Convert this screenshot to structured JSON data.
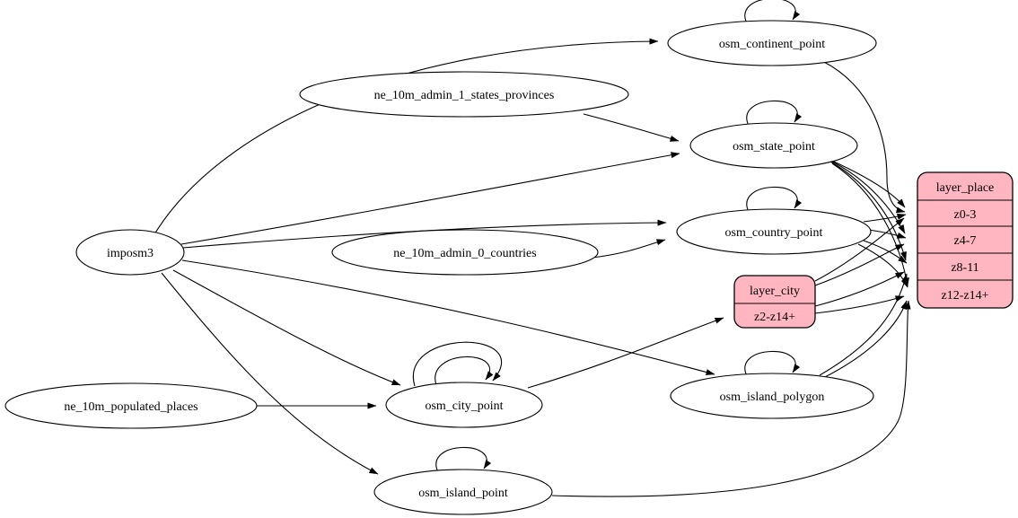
{
  "diagram": {
    "colors": {
      "background": "#ffffff",
      "node_fill": "#ffffff",
      "layer_fill": "#ffb6c1",
      "stroke": "#000000",
      "text": "#000000"
    },
    "nodes": {
      "imposm3": "imposm3",
      "ne_10m_admin_1_states_provinces": "ne_10m_admin_1_states_provinces",
      "ne_10m_admin_0_countries": "ne_10m_admin_0_countries",
      "ne_10m_populated_places": "ne_10m_populated_places",
      "osm_continent_point": "osm_continent_point",
      "osm_state_point": "osm_state_point",
      "osm_country_point": "osm_country_point",
      "osm_city_point": "osm_city_point",
      "osm_island_polygon": "osm_island_polygon",
      "osm_island_point": "osm_island_point"
    },
    "records": {
      "layer_city": {
        "title": "layer_city",
        "rows": [
          "z2-z14+"
        ]
      },
      "layer_place": {
        "title": "layer_place",
        "rows": [
          "z0-3",
          "z4-7",
          "z8-11",
          "z12-z14+"
        ]
      }
    },
    "edges": [
      {
        "from": "imposm3",
        "to": "osm_continent_point"
      },
      {
        "from": "imposm3",
        "to": "osm_state_point"
      },
      {
        "from": "imposm3",
        "to": "osm_country_point"
      },
      {
        "from": "imposm3",
        "to": "osm_city_point"
      },
      {
        "from": "imposm3",
        "to": "osm_island_polygon"
      },
      {
        "from": "imposm3",
        "to": "osm_island_point"
      },
      {
        "from": "ne_10m_admin_1_states_provinces",
        "to": "osm_state_point"
      },
      {
        "from": "ne_10m_admin_0_countries",
        "to": "osm_country_point"
      },
      {
        "from": "ne_10m_populated_places",
        "to": "osm_city_point"
      },
      {
        "from": "osm_continent_point",
        "to": "osm_continent_point"
      },
      {
        "from": "osm_state_point",
        "to": "osm_state_point"
      },
      {
        "from": "osm_country_point",
        "to": "osm_country_point"
      },
      {
        "from": "osm_city_point",
        "to": "osm_city_point"
      },
      {
        "from": "osm_city_point",
        "to": "osm_city_point"
      },
      {
        "from": "osm_island_polygon",
        "to": "osm_island_polygon"
      },
      {
        "from": "osm_island_point",
        "to": "osm_island_point"
      },
      {
        "from": "osm_continent_point",
        "to": "layer_place:z0-3"
      },
      {
        "from": "osm_state_point",
        "to": "layer_place:z0-3"
      },
      {
        "from": "osm_state_point",
        "to": "layer_place:z4-7"
      },
      {
        "from": "osm_state_point",
        "to": "layer_place:z8-11"
      },
      {
        "from": "osm_state_point",
        "to": "layer_place:z12-z14+"
      },
      {
        "from": "osm_country_point",
        "to": "layer_place:z0-3"
      },
      {
        "from": "osm_country_point",
        "to": "layer_place:z4-7"
      },
      {
        "from": "osm_country_point",
        "to": "layer_place:z8-11"
      },
      {
        "from": "osm_country_point",
        "to": "layer_place:z12-z14+"
      },
      {
        "from": "osm_island_polygon",
        "to": "layer_place:z8-11"
      },
      {
        "from": "osm_island_polygon",
        "to": "layer_place:z12-z14+"
      },
      {
        "from": "osm_island_point",
        "to": "layer_place:z12-z14+"
      },
      {
        "from": "osm_city_point",
        "to": "layer_city:z2-z14+"
      },
      {
        "from": "layer_city",
        "to": "layer_place:z0-3"
      },
      {
        "from": "layer_city",
        "to": "layer_place:z4-7"
      },
      {
        "from": "layer_city",
        "to": "layer_place:z8-11"
      },
      {
        "from": "layer_city",
        "to": "layer_place:z12-z14+"
      }
    ]
  }
}
